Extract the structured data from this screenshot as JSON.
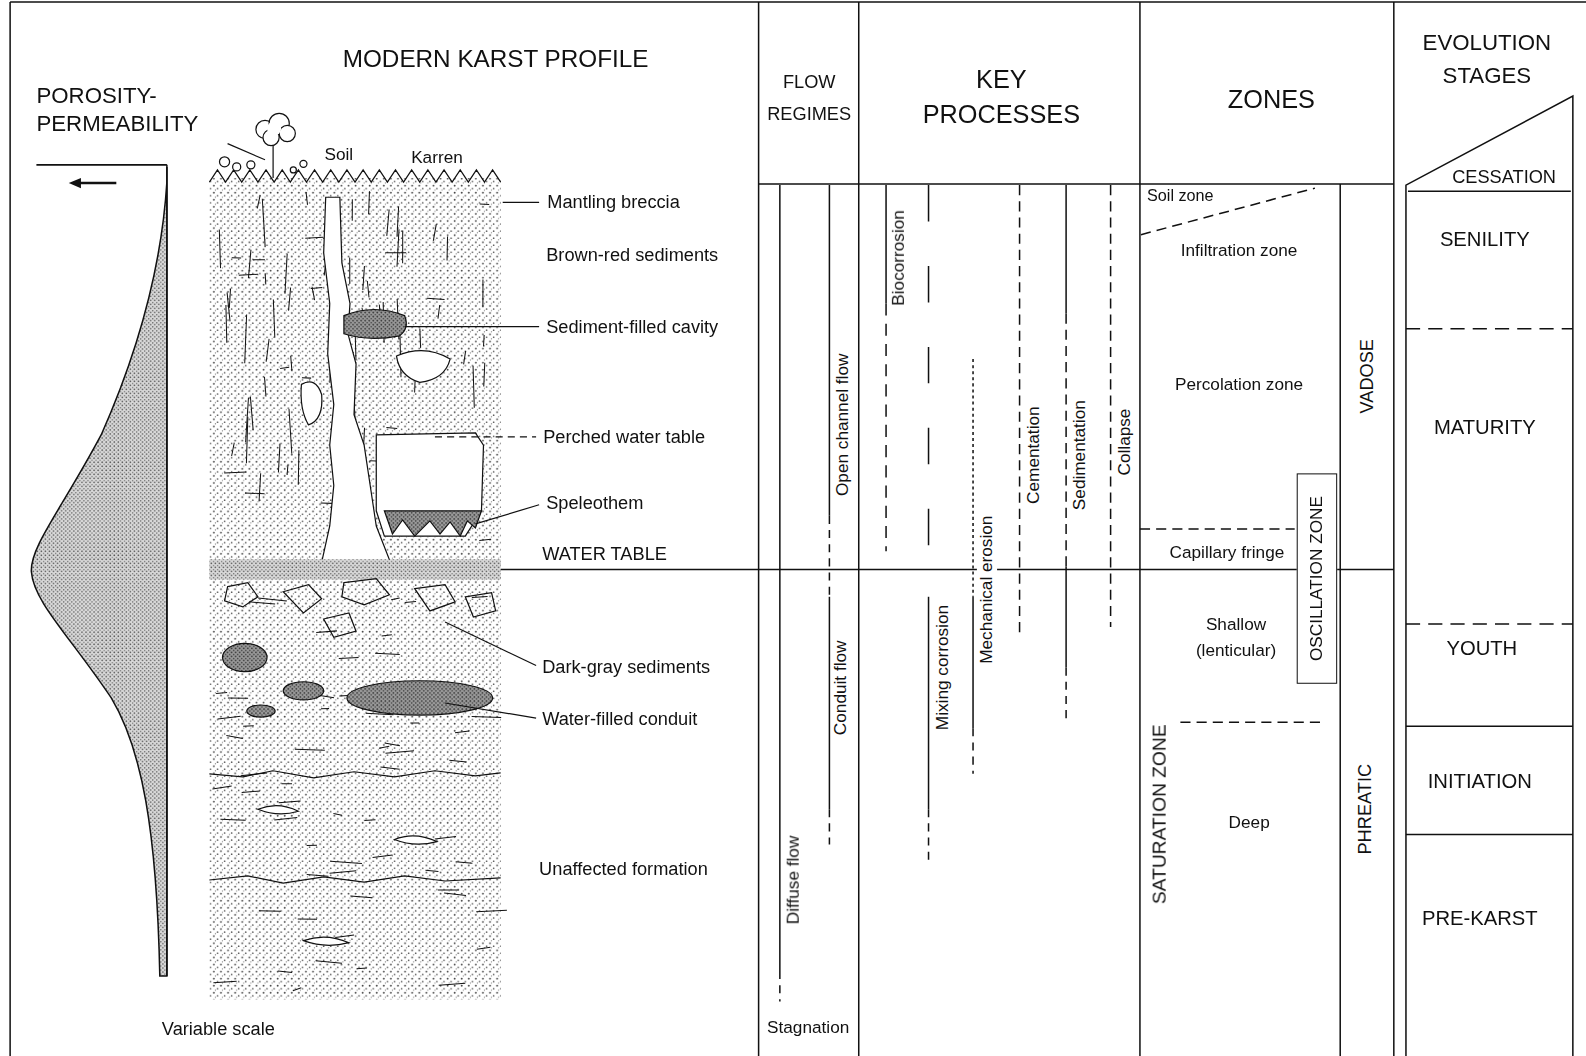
{
  "diagram": {
    "title": "MODERN KARST PROFILE",
    "nodes": [
      {
        "text": [
          "OSCILLATION ZONE"
        ]
      }
    ],
    "labels": [
      "POROSITY- PERMEABILITY",
      "Soil",
      "Karren",
      "Mantling breccia",
      "Brown-red sediments",
      "Sediment-filled cavity",
      "Perched water table",
      "Speleothem",
      "WATER TABLE",
      "Dark-gray sediments",
      "Water-filled conduit",
      "Unaffected formation",
      "Variable scale",
      "FLOW REGIMES",
      "Open channel flow",
      "Conduit flow",
      "Diffuse flow",
      "Stagnation",
      "KEY PROCESSES",
      "Biocorrosion",
      "Mixing corrosion",
      "Mechanical erosion",
      "Cementation",
      "Sedimentation",
      "Collapse",
      "ZONES",
      "Soil zone",
      "Infiltration zone",
      "Percolation zone",
      "Capillary fringe",
      "Shallow (lenticular)",
      "Deep",
      "SATURATION ZONE",
      "VADOSE",
      "PHREATIC",
      "EVOLUTION STAGES",
      "CESSATION",
      "SENILITY",
      "MATURITY",
      "YOUTH",
      "INITIATION",
      "PRE-KARST"
    ]
  }
}
